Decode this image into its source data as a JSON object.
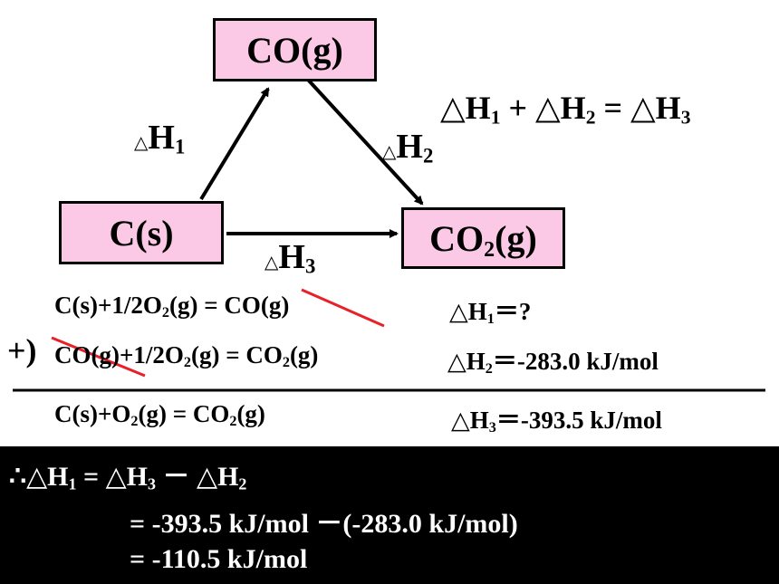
{
  "nodes": {
    "co": {
      "name": "CO",
      "state": "(g)"
    },
    "c": {
      "label": "C(s)"
    },
    "co2": {
      "name": "CO",
      "sub": "2",
      "state": "(g)"
    }
  },
  "arrows": {
    "h1": {
      "sym": "△",
      "name": "H",
      "sub": "1"
    },
    "h2": {
      "sym": "△",
      "name": "H",
      "sub": "2"
    },
    "h3": {
      "sym": "△",
      "name": "H",
      "sub": "3"
    }
  },
  "relation": {
    "a": "△H",
    "a_sub": "1",
    "plus": " + ",
    "b": "△H",
    "b_sub": "2",
    "equals": " = ",
    "c": "△H",
    "c_sub": "3"
  },
  "equations": {
    "eq1": {
      "left": "C(s)+1/2O",
      "left_sub": "2",
      "right": "(g) = CO(g)",
      "dh": "△H",
      "dh_sub": "1",
      "value": "＝?"
    },
    "eq2": {
      "prefix": "+)",
      "left": "CO(g)+1/2O",
      "left_sub": "2",
      "mid": "(g) = CO",
      "mid_sub": "2",
      "right": "(g)",
      "dh": "△H",
      "dh_sub": "2",
      "value": "＝-283.0 kJ/mol"
    },
    "eq3": {
      "left": "C(s)+O",
      "left_sub": "2",
      "mid": "(g) = CO",
      "mid_sub": "2",
      "right": "(g)",
      "dh": "△H",
      "dh_sub": "3",
      "value": "＝-393.5 kJ/mol"
    }
  },
  "conclusion": {
    "line1": {
      "prefix": "∴",
      "a": "△H",
      "a_sub": "1",
      "eq": " = ",
      "b": "△H",
      "b_sub": "3",
      "minus": " － ",
      "c": "△H",
      "c_sub": "2"
    },
    "line2": "= -393.5 kJ/mol －(-283.0 kJ/mol)",
    "line3": "= -110.5 kJ/mol"
  },
  "colors": {
    "box_fill": "#fbc8e6",
    "strike": "#e8202a",
    "background_band": "#000000"
  }
}
